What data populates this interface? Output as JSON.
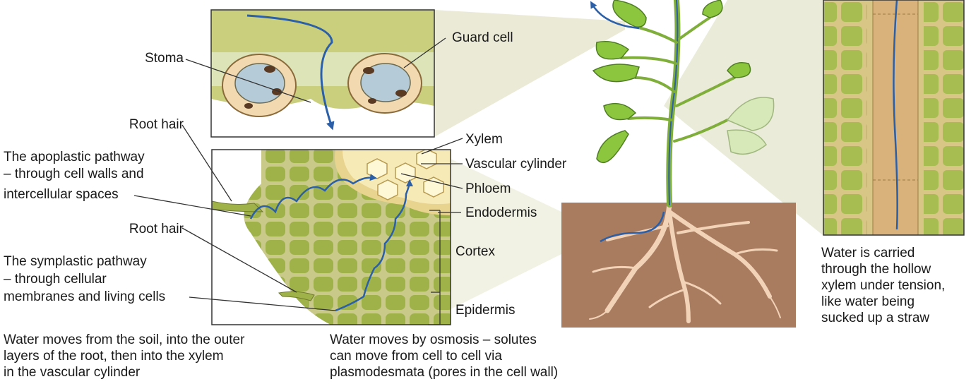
{
  "labels": {
    "stoma": "Stoma",
    "guard_cell": "Guard cell",
    "root_hair_top": "Root hair",
    "root_hair_bottom": "Root hair",
    "apoplastic_1": "The apoplastic pathway",
    "apoplastic_2": "– through cell walls and",
    "apoplastic_3": "intercellular spaces",
    "symplastic_1": "The symplastic pathway",
    "symplastic_2": "– through cellular",
    "symplastic_3": "membranes and living cells",
    "xylem": "Xylem",
    "vascular_cylinder": "Vascular cylinder",
    "phloem": "Phloem",
    "endodermis": "Endodermis",
    "cortex": "Cortex",
    "epidermis": "Epidermis"
  },
  "captions": {
    "soil_1": "Water moves from the soil, into the outer",
    "soil_2": "layers of the root, then into the xylem",
    "soil_3": "in the vascular cylinder",
    "osmosis_1": "Water moves by osmosis – solutes",
    "osmosis_2": "can move from cell to cell via",
    "osmosis_3": "plasmodesmata (pores in the cell wall)",
    "xylem_1": "Water is carried",
    "xylem_2": "through the hollow",
    "xylem_3": "xylem under tension,",
    "xylem_4": "like water being",
    "xylem_5": "sucked up a straw"
  },
  "colors": {
    "leaf_green": "#8cc63f",
    "cell_green": "#9fb24a",
    "cell_wall": "#c9c98a",
    "soil_brown": "#a97c5f",
    "water_blue": "#2b5fa8",
    "guard_cell_fill": "#f3d9b0",
    "vacuole_blue": "#b5cbd8",
    "xylem_cream": "#f6eab7",
    "shade": "#e6e6cf"
  }
}
